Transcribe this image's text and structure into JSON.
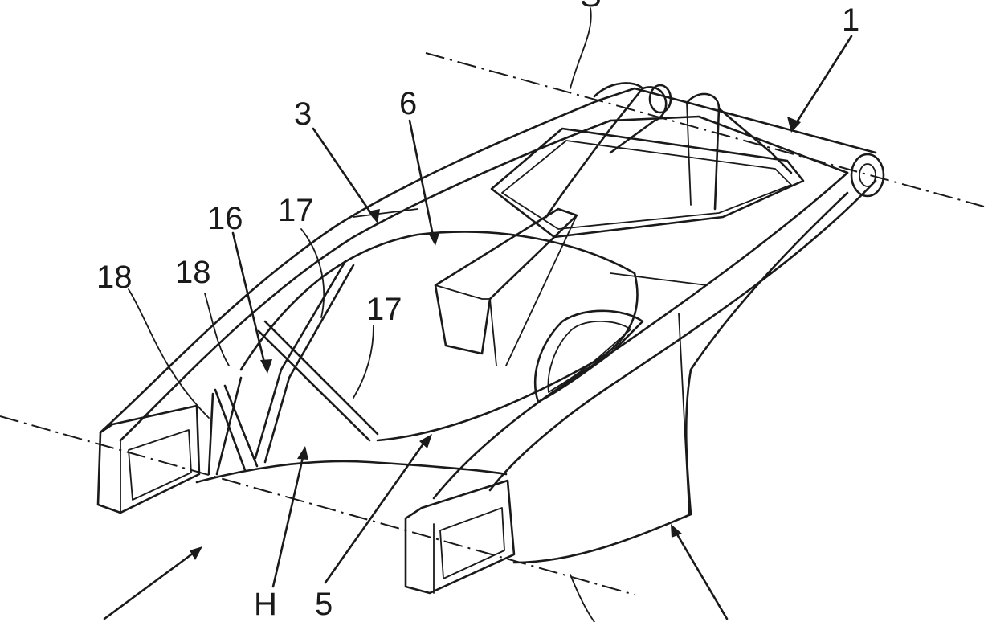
{
  "labels": {
    "l_S_top": "S",
    "l_1": "1",
    "l_3": "3",
    "l_6": "6",
    "l_16": "16",
    "l_17a": "17",
    "l_17b": "17",
    "l_18a": "18",
    "l_18b": "18",
    "l_H": "H",
    "l_5": "5"
  }
}
